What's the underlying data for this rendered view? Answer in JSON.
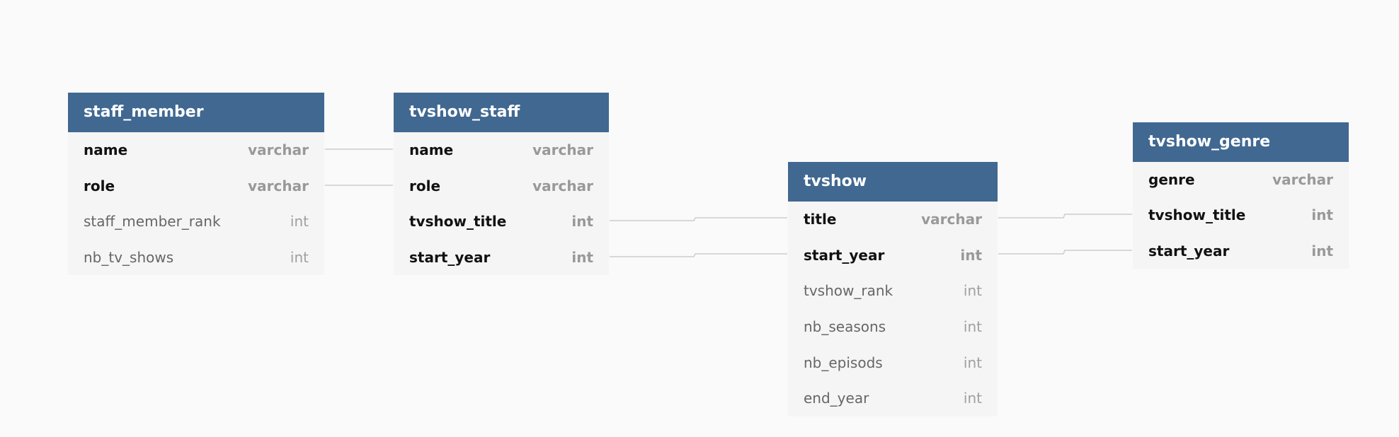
{
  "colors": {
    "header_bg": "#406891",
    "header_text": "#ffffff",
    "body_bg": "#f5f5f5",
    "key_name": "#111111",
    "key_type": "#999999",
    "plain_name": "#666666",
    "plain_type": "#a0a0a0",
    "connector": "#cccccc",
    "canvas": "#fafafa"
  },
  "entities": {
    "staff_member": {
      "title": "staff_member",
      "fields": [
        {
          "name": "name",
          "type": "varchar",
          "key": true
        },
        {
          "name": "role",
          "type": "varchar",
          "key": true
        },
        {
          "name": "staff_member_rank",
          "type": "int",
          "key": false
        },
        {
          "name": "nb_tv_shows",
          "type": "int",
          "key": false
        }
      ]
    },
    "tvshow_staff": {
      "title": "tvshow_staff",
      "fields": [
        {
          "name": "name",
          "type": "varchar",
          "key": true
        },
        {
          "name": "role",
          "type": "varchar",
          "key": true
        },
        {
          "name": "tvshow_title",
          "type": "int",
          "key": true
        },
        {
          "name": "start_year",
          "type": "int",
          "key": true
        }
      ]
    },
    "tvshow": {
      "title": "tvshow",
      "fields": [
        {
          "name": "title",
          "type": "varchar",
          "key": true
        },
        {
          "name": "start_year",
          "type": "int",
          "key": true
        },
        {
          "name": "tvshow_rank",
          "type": "int",
          "key": false
        },
        {
          "name": "nb_seasons",
          "type": "int",
          "key": false
        },
        {
          "name": "nb_episods",
          "type": "int",
          "key": false
        },
        {
          "name": "end_year",
          "type": "int",
          "key": false
        }
      ]
    },
    "tvshow_genre": {
      "title": "tvshow_genre",
      "fields": [
        {
          "name": "genre",
          "type": "varchar",
          "key": true
        },
        {
          "name": "tvshow_title",
          "type": "int",
          "key": true
        },
        {
          "name": "start_year",
          "type": "int",
          "key": true
        }
      ]
    }
  },
  "relationships": [
    {
      "from": "staff_member.name",
      "to": "tvshow_staff.name"
    },
    {
      "from": "staff_member.role",
      "to": "tvshow_staff.role"
    },
    {
      "from": "tvshow_staff.tvshow_title",
      "to": "tvshow.title"
    },
    {
      "from": "tvshow_staff.start_year",
      "to": "tvshow.start_year"
    },
    {
      "from": "tvshow.title",
      "to": "tvshow_genre.tvshow_title"
    },
    {
      "from": "tvshow.start_year",
      "to": "tvshow_genre.start_year"
    }
  ]
}
